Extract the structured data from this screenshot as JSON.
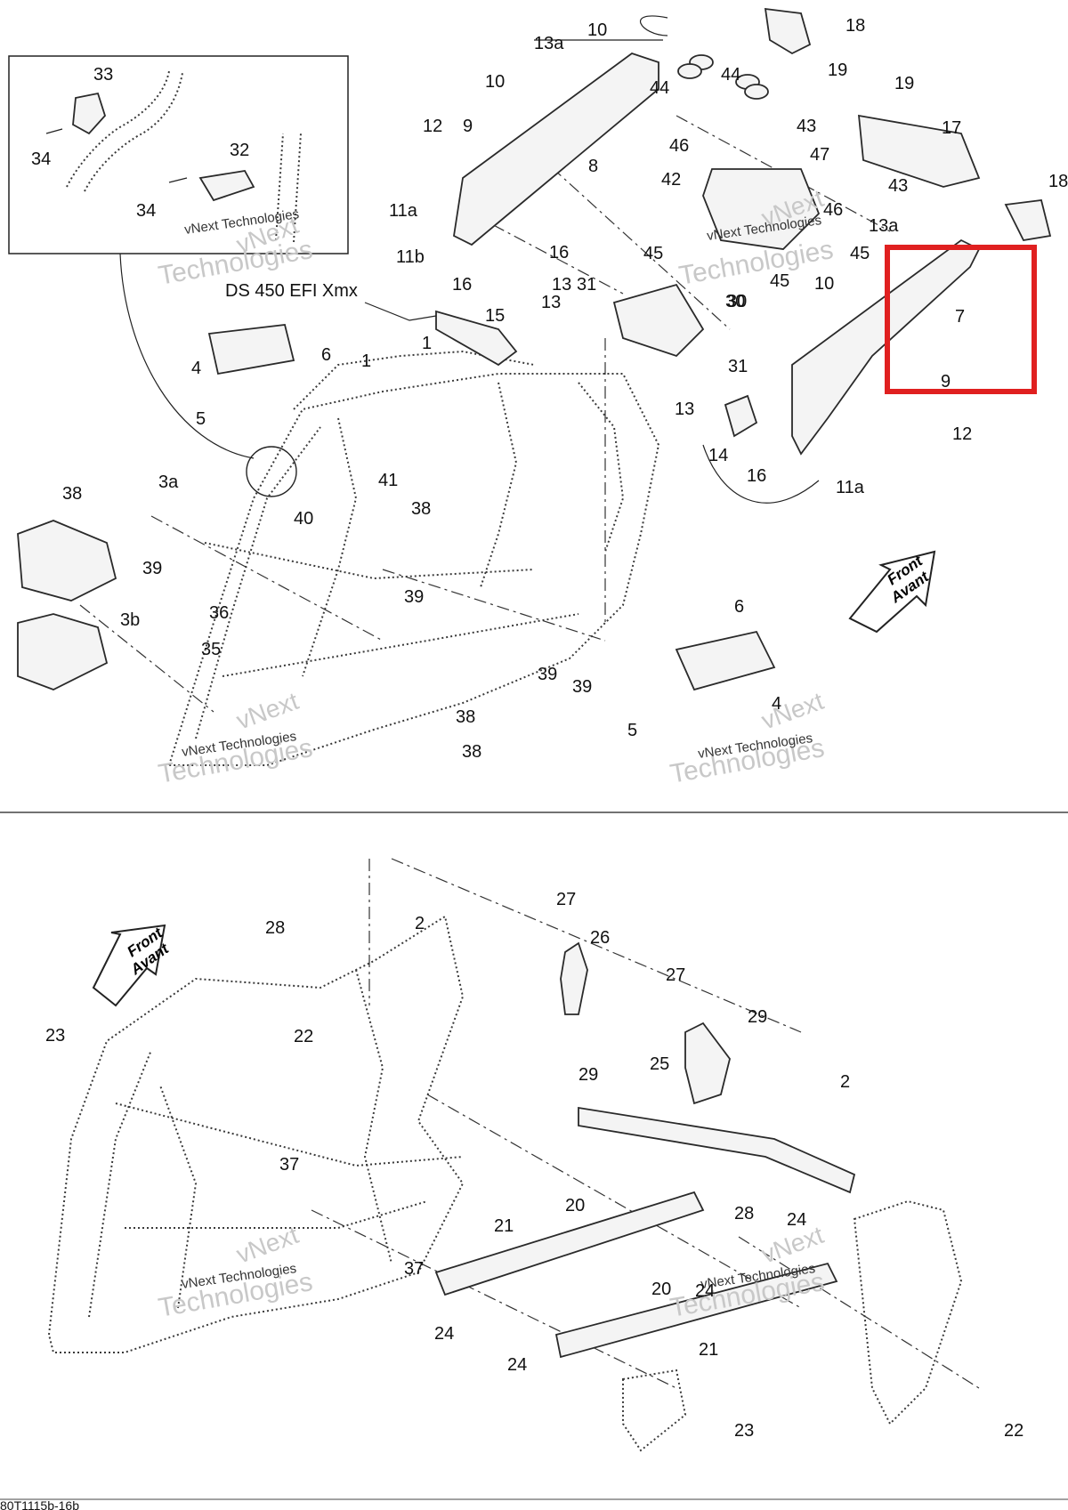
{
  "diagram": {
    "model_label": "DS 450 EFI Xmx",
    "direction_label_line1": "Front",
    "direction_label_line2": "Avant",
    "watermark_line1": "vNext",
    "watermark_line2": "Technologies",
    "watermark_small": "vNext Technologies",
    "figure_code": "80T1115b-16b",
    "highlight_color": "#e02020",
    "highlighted_part": "7",
    "top_callouts": [
      "10",
      "13a",
      "18",
      "10",
      "44",
      "44",
      "19",
      "19",
      "33",
      "12",
      "9",
      "43",
      "17",
      "34",
      "46",
      "47",
      "32",
      "42",
      "8",
      "46",
      "43",
      "18",
      "34",
      "11a",
      "13a",
      "11b",
      "16",
      "45",
      "45",
      "16",
      "13",
      "45",
      "15",
      "13",
      "31",
      "30",
      "10",
      "30",
      "7",
      "31",
      "1",
      "1",
      "9",
      "6",
      "4",
      "13",
      "12",
      "5",
      "14",
      "16",
      "41",
      "11a",
      "40",
      "38",
      "3a",
      "38",
      "39",
      "39",
      "6",
      "36",
      "3b",
      "35",
      "39",
      "4",
      "38",
      "39",
      "5",
      "38"
    ],
    "bottom_callouts": [
      "27",
      "26",
      "2",
      "28",
      "27",
      "29",
      "22",
      "23",
      "29",
      "25",
      "2",
      "37",
      "28",
      "20",
      "24",
      "21",
      "37",
      "20",
      "24",
      "24",
      "21",
      "24",
      "23",
      "22"
    ]
  }
}
